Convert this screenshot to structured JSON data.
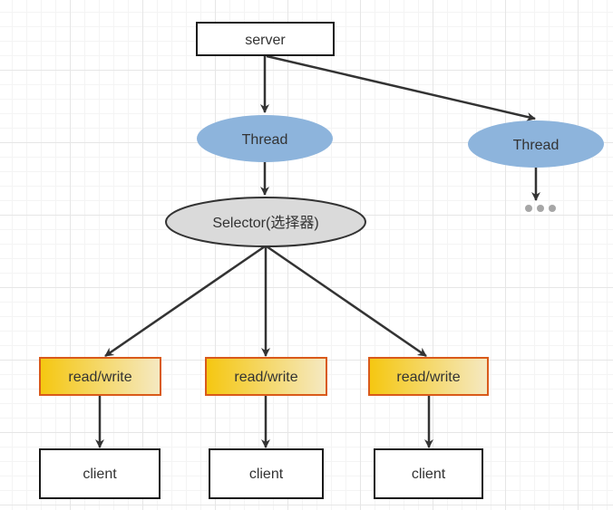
{
  "nodes": {
    "server": "server",
    "thread_main": "Thread",
    "thread_side": "Thread",
    "selector": "Selector(选择器)",
    "readwrite": [
      "read/write",
      "read/write",
      "read/write"
    ],
    "client": [
      "client",
      "client",
      "client"
    ]
  },
  "colors": {
    "line": "#333333",
    "box_border": "#1a1a1a",
    "thread_fill": "#8db4dc",
    "selector_fill": "#dadada",
    "readwrite_border": "#d95a1a",
    "readwrite_gradient_start": "#f5c710",
    "readwrite_gradient_end": "#f5e9c3"
  }
}
